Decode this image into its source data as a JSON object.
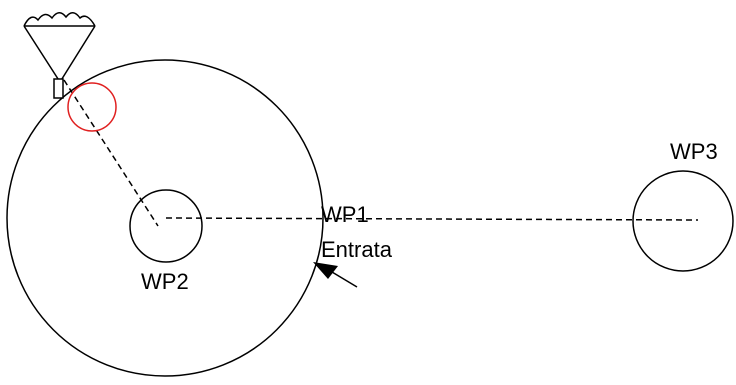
{
  "labels": {
    "wp1": "WP1",
    "entrata": "Entrata",
    "wp2": "WP2",
    "wp3": "WP3"
  },
  "colors": {
    "stroke": "#000000",
    "highlight": "#e02020",
    "background": "#ffffff"
  },
  "icons": {
    "glider": "paraglider-icon",
    "entry_arrow": "arrow-icon"
  }
}
